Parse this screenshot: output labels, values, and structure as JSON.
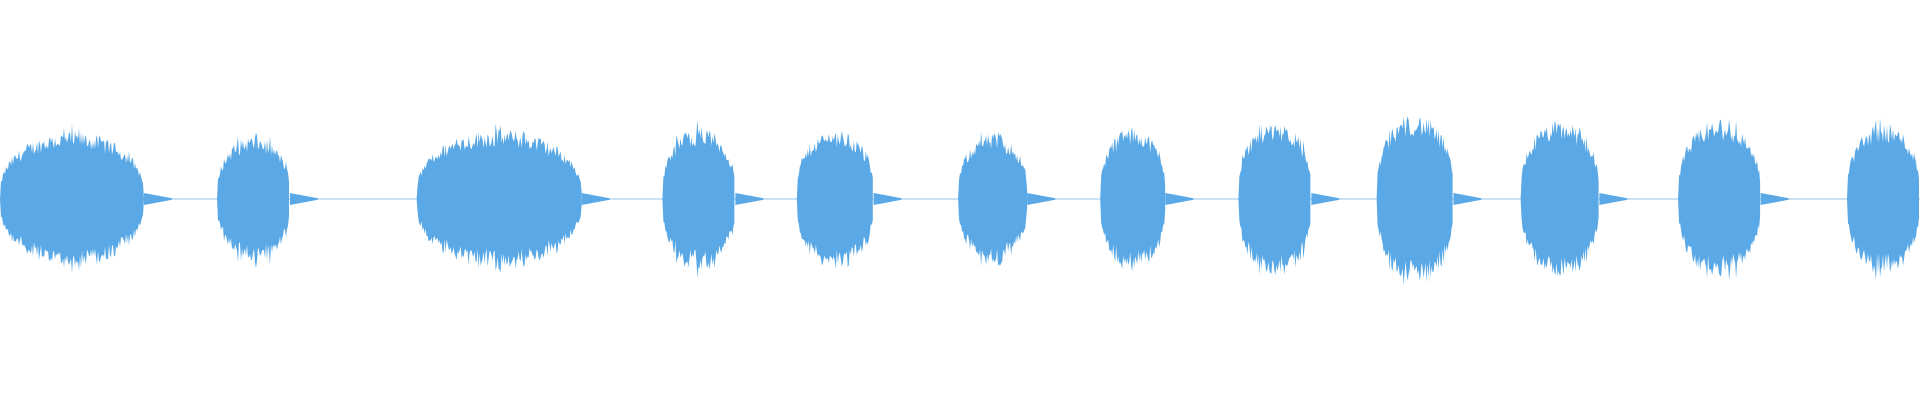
{
  "waveform": {
    "color": "#5aa9e6",
    "bursts": [
      {
        "start": 0.0,
        "end": 0.075,
        "peak": 0.32
      },
      {
        "start": 0.113,
        "end": 0.151,
        "peak": 0.3
      },
      {
        "start": 0.217,
        "end": 0.303,
        "peak": 0.33
      },
      {
        "start": 0.345,
        "end": 0.383,
        "peak": 0.34
      },
      {
        "start": 0.415,
        "end": 0.455,
        "peak": 0.33
      },
      {
        "start": 0.499,
        "end": 0.535,
        "peak": 0.31
      },
      {
        "start": 0.573,
        "end": 0.607,
        "peak": 0.34
      },
      {
        "start": 0.645,
        "end": 0.683,
        "peak": 0.37
      },
      {
        "start": 0.717,
        "end": 0.757,
        "peak": 0.4
      },
      {
        "start": 0.792,
        "end": 0.833,
        "peak": 0.37
      },
      {
        "start": 0.874,
        "end": 0.917,
        "peak": 0.37
      },
      {
        "start": 0.962,
        "end": 1.0,
        "peak": 0.36
      }
    ]
  }
}
